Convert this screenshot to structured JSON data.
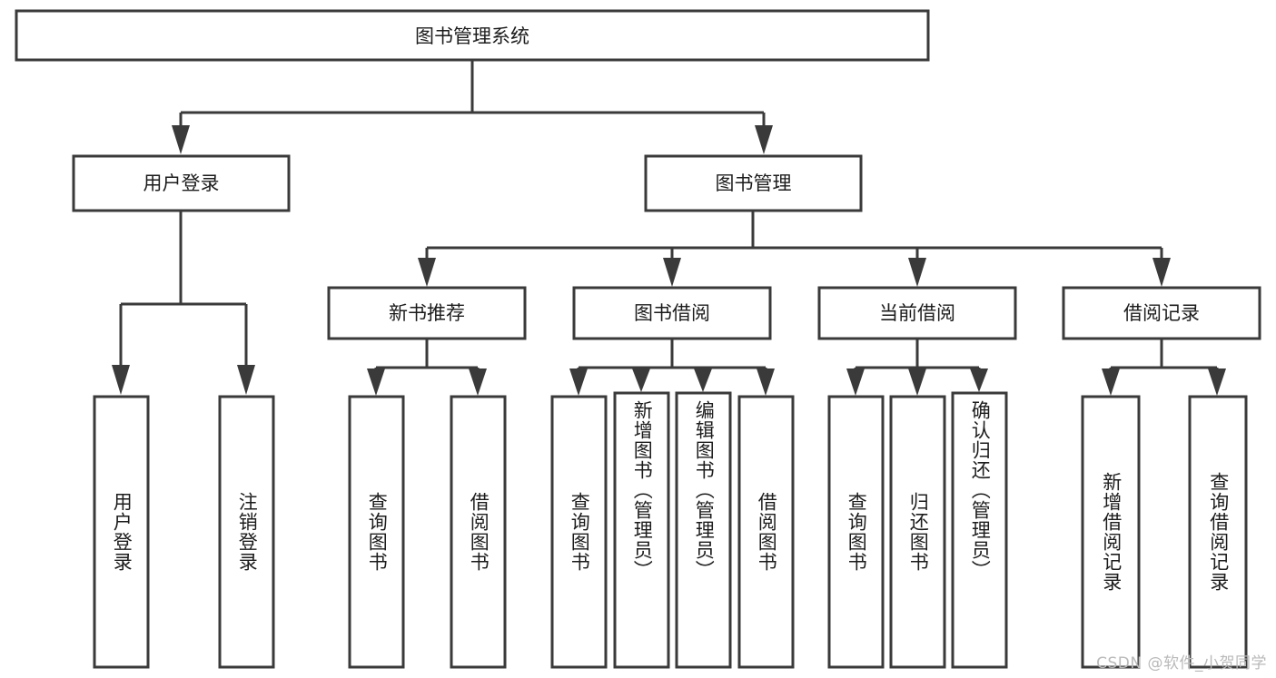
{
  "diagram": {
    "type": "hierarchy-tree",
    "title": "图书管理系统",
    "watermark": "CSDN @软件_小贺同学",
    "colors": {
      "background": "#ffffff",
      "node_fill": "#ffffff",
      "node_stroke": "#3a3a3a",
      "text": "#1c1c1c",
      "watermark": "#b9b9b9"
    },
    "root": {
      "label": "图书管理系统"
    },
    "level2": [
      {
        "label": "用户登录"
      },
      {
        "label": "图书管理"
      }
    ],
    "level3": [
      {
        "label": "新书推荐"
      },
      {
        "label": "图书借阅"
      },
      {
        "label": "当前借阅"
      },
      {
        "label": "借阅记录"
      }
    ],
    "leaves": {
      "user_login": [
        {
          "label": "用户登录"
        },
        {
          "label": "注销登录"
        }
      ],
      "new_book": [
        {
          "label": "查询图书"
        },
        {
          "label": "借阅图书"
        }
      ],
      "book_borrow": [
        {
          "label": "查询图书"
        },
        {
          "label": "新增图书（管理员）"
        },
        {
          "label": "编辑图书（管理员）"
        },
        {
          "label": "借阅图书"
        }
      ],
      "current_borrow": [
        {
          "label": "查询图书"
        },
        {
          "label": "归还图书"
        },
        {
          "label": "确认归还（管理员）"
        }
      ],
      "borrow_record": [
        {
          "label": "新增借阅记录"
        },
        {
          "label": "查询借阅记录"
        }
      ]
    }
  }
}
